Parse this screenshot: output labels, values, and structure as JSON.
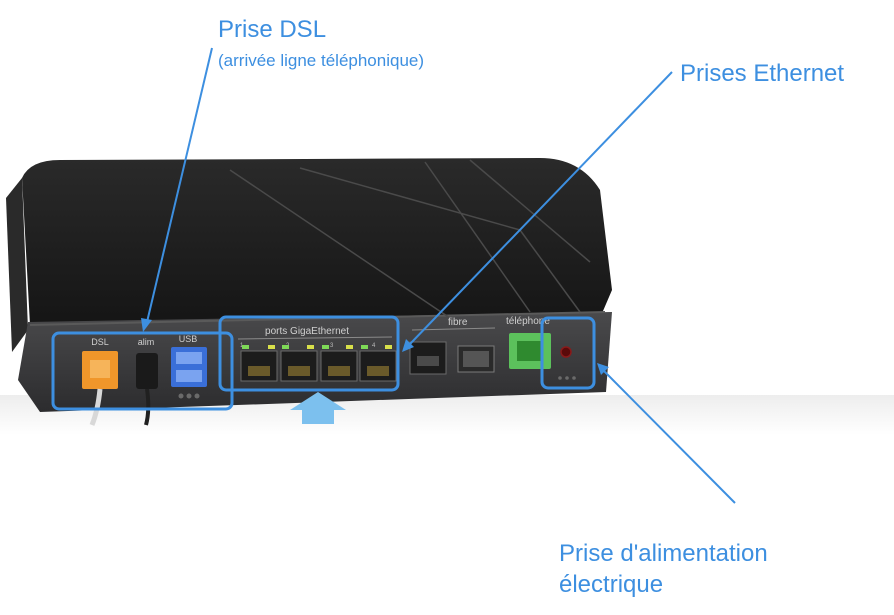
{
  "callouts": {
    "dsl": {
      "title": "Prise DSL",
      "subtitle": "(arrivée ligne téléphonique)"
    },
    "ethernet": {
      "title": "Prises Ethernet"
    },
    "power": {
      "line1": "Prise d'alimentation",
      "line2": "électrique"
    }
  },
  "device_labels": {
    "dsl": "DSL",
    "alim": "alim",
    "usb": "USB",
    "ports_giga": "ports GigaEthernet",
    "port_numbers": [
      "1",
      "2",
      "3",
      "4"
    ],
    "fibre": "fibre",
    "telephone": "téléphone"
  },
  "colors": {
    "annotation": "#3d8fe0",
    "dsl_port": "#f0962a",
    "usb_port": "#3a6fd8",
    "telephone_port": "#5cc15c",
    "router_top": "#1e1e1e",
    "router_front": "#3a3a3c"
  }
}
